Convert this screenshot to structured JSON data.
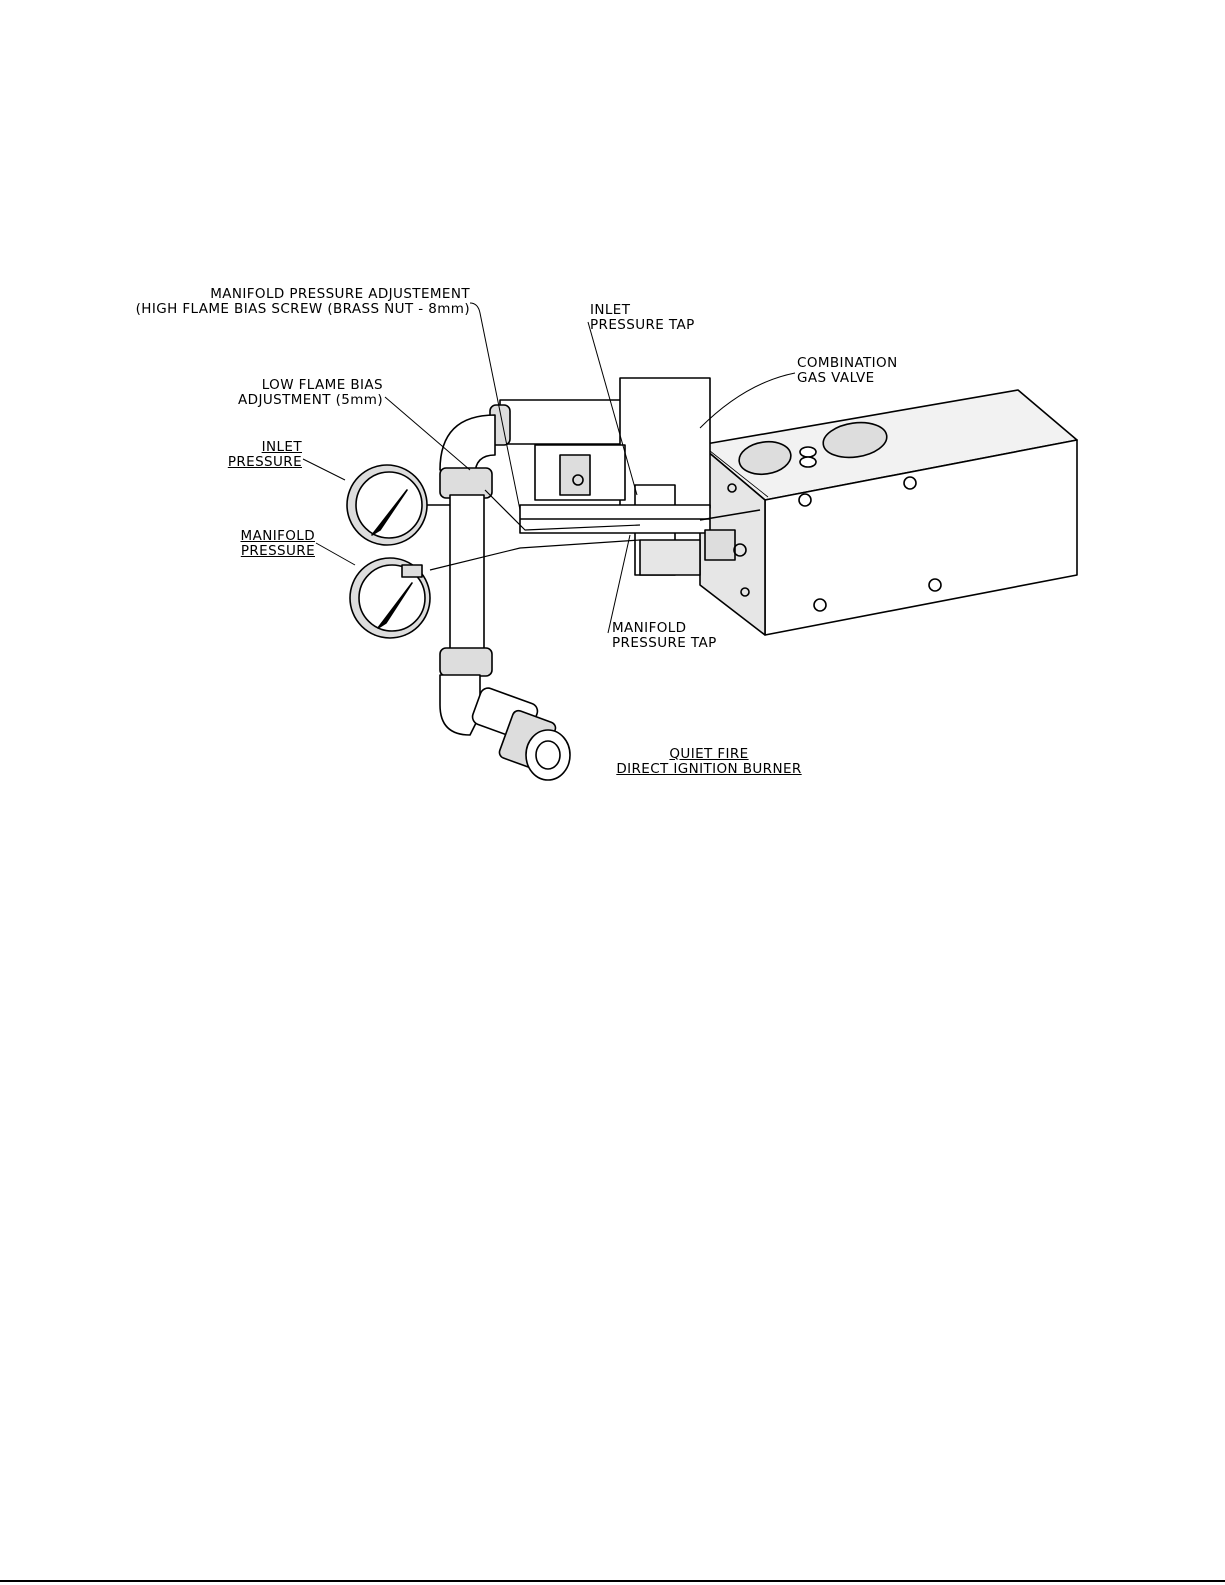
{
  "figure": {
    "callouts": {
      "manifold_pressure_adjustment": [
        "MANIFOLD PRESSURE ADJUSTEMENT",
        "(HIGH FLAME BIAS SCREW (BRASS NUT - 8mm)"
      ],
      "inlet_pressure_tap": [
        "INLET",
        "PRESSURE TAP"
      ],
      "combination_gas_valve": [
        "COMBINATION",
        "GAS VALVE"
      ],
      "low_flame_bias_adjustment": [
        "LOW FLAME BIAS",
        "ADJUSTMENT (5mm)"
      ],
      "inlet_pressure": [
        "INLET",
        "PRESSURE"
      ],
      "manifold_pressure": [
        "MANIFOLD",
        "PRESSURE"
      ],
      "manifold_pressure_tap": [
        "MANIFOLD",
        "PRESSURE TAP"
      ]
    },
    "caption": [
      "QUIET FIRE",
      "DIRECT IGNITION BURNER"
    ]
  },
  "colors": {
    "ink": "#000000",
    "paper": "#ffffff",
    "shade": "#d9d9d9"
  }
}
